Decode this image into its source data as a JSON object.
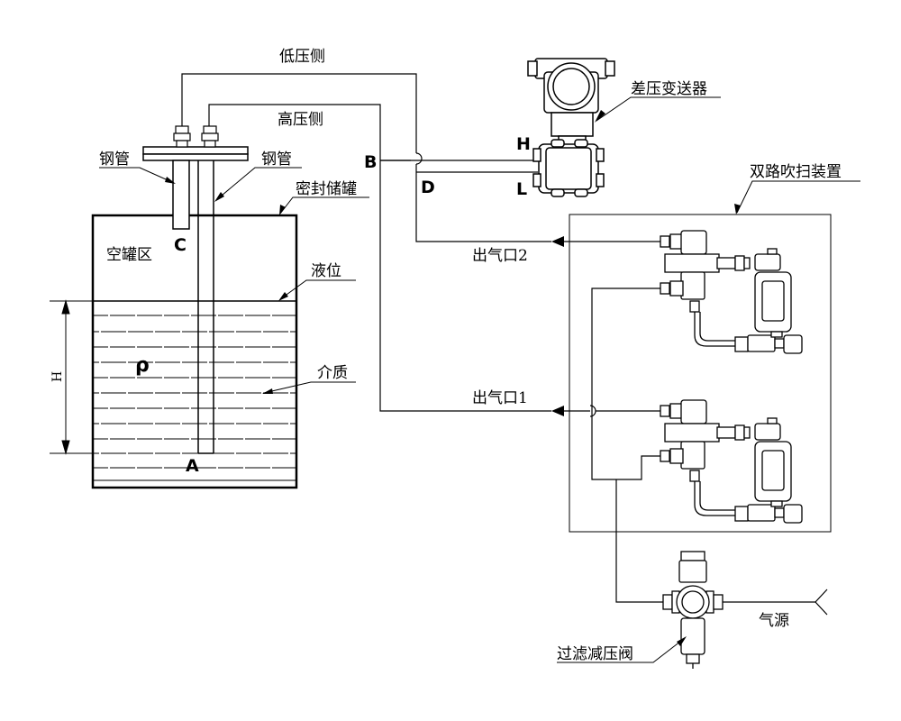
{
  "labels": {
    "low_side": "低压侧",
    "high_side": "高压侧",
    "dp_transmitter": "差压变送器",
    "dual_purge": "双路吹扫装置",
    "steel_pipe_left": "钢管",
    "steel_pipe_right": "钢管",
    "sealed_tank": "密封储罐",
    "empty_zone": "空罐区",
    "liquid_level": "液位",
    "medium": "介质",
    "outlet2": "出气口2",
    "outlet1": "出气口1",
    "air_source": "气源",
    "filter_regulator": "过滤减压阀",
    "height": "H",
    "density": "ρ",
    "point_a": "A",
    "point_b": "B",
    "point_c": "C",
    "point_d": "D",
    "port_h": "H",
    "port_l": "L"
  }
}
